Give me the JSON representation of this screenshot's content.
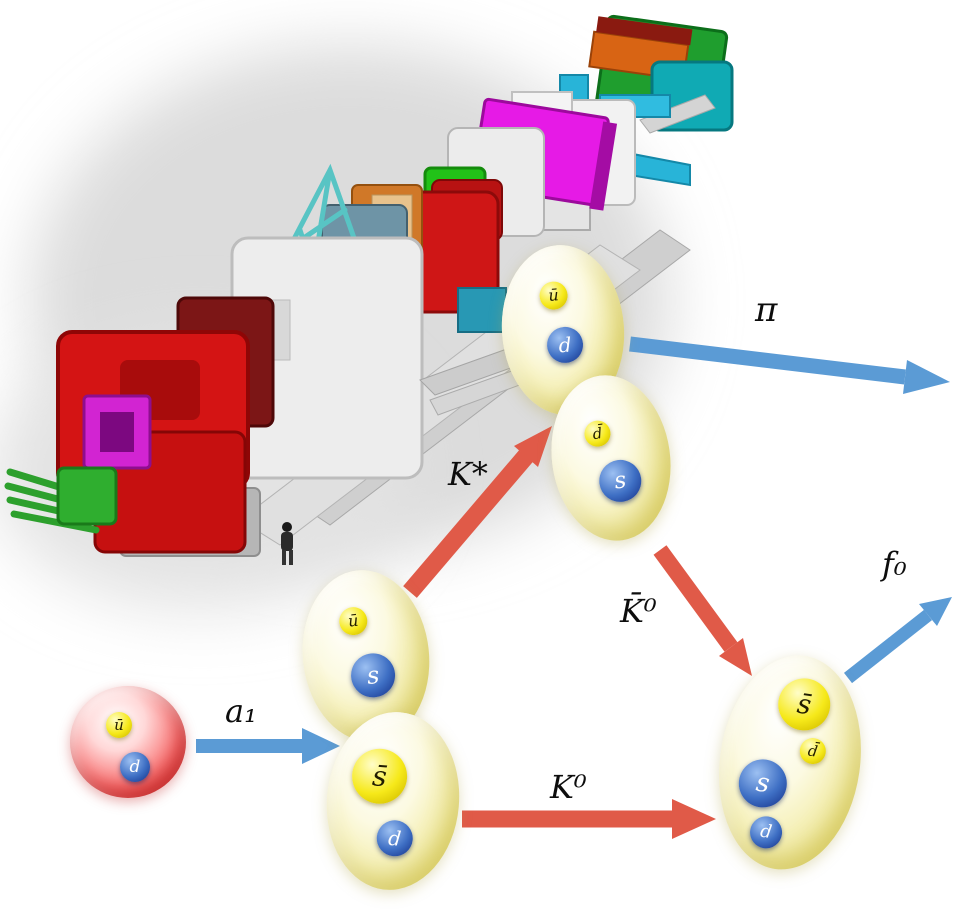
{
  "figure": {
    "description_labels_only": true
  },
  "colors": {
    "arrow_blue": "#5b9bd5",
    "arrow_red": "#e05a48",
    "meson_yellow": "#f3edaa",
    "initial_red": "#e83030",
    "quark_blue": "#2a52b0",
    "antiquark_yellow": "#f0e000"
  },
  "arrows": {
    "a1": {
      "label": "a₁",
      "color": "#5b9bd5"
    },
    "kstar": {
      "label": "K*",
      "color": "#e05a48"
    },
    "pi": {
      "label": "π",
      "color": "#5b9bd5"
    },
    "kbar0": {
      "label": "K̄⁰",
      "color": "#e05a48"
    },
    "k0": {
      "label": "K⁰",
      "color": "#e05a48"
    },
    "f0": {
      "label": "f₀",
      "color": "#5b9bd5"
    }
  },
  "quarks": {
    "initial": [
      "ū",
      "d"
    ],
    "meson_a": [
      "ū",
      "s"
    ],
    "meson_b": [
      "s̄",
      "d"
    ],
    "meson_c": [
      "ū",
      "d"
    ],
    "meson_d": [
      "d̄",
      "s"
    ],
    "final": [
      "s̄",
      "d̄",
      "s",
      "d"
    ]
  }
}
